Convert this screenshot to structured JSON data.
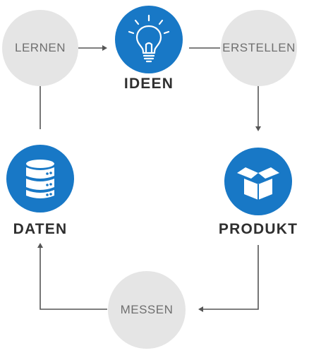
{
  "nodes": {
    "lernen": "LERNEN",
    "ideen": "IDEEN",
    "erstellen": "ERSTELLEN",
    "produkt": "PRODUKT",
    "messen": "MESSEN",
    "daten": "DATEN"
  },
  "icons": {
    "ideen": "lightbulb-icon",
    "produkt": "open-box-icon",
    "daten": "database-icon"
  },
  "colors": {
    "accent_blue": "#1878c6",
    "neutral_circle": "#e5e5e5",
    "connector": "#555555",
    "node_text": "#6f6f6f",
    "caption_text": "#2f2f2f"
  }
}
